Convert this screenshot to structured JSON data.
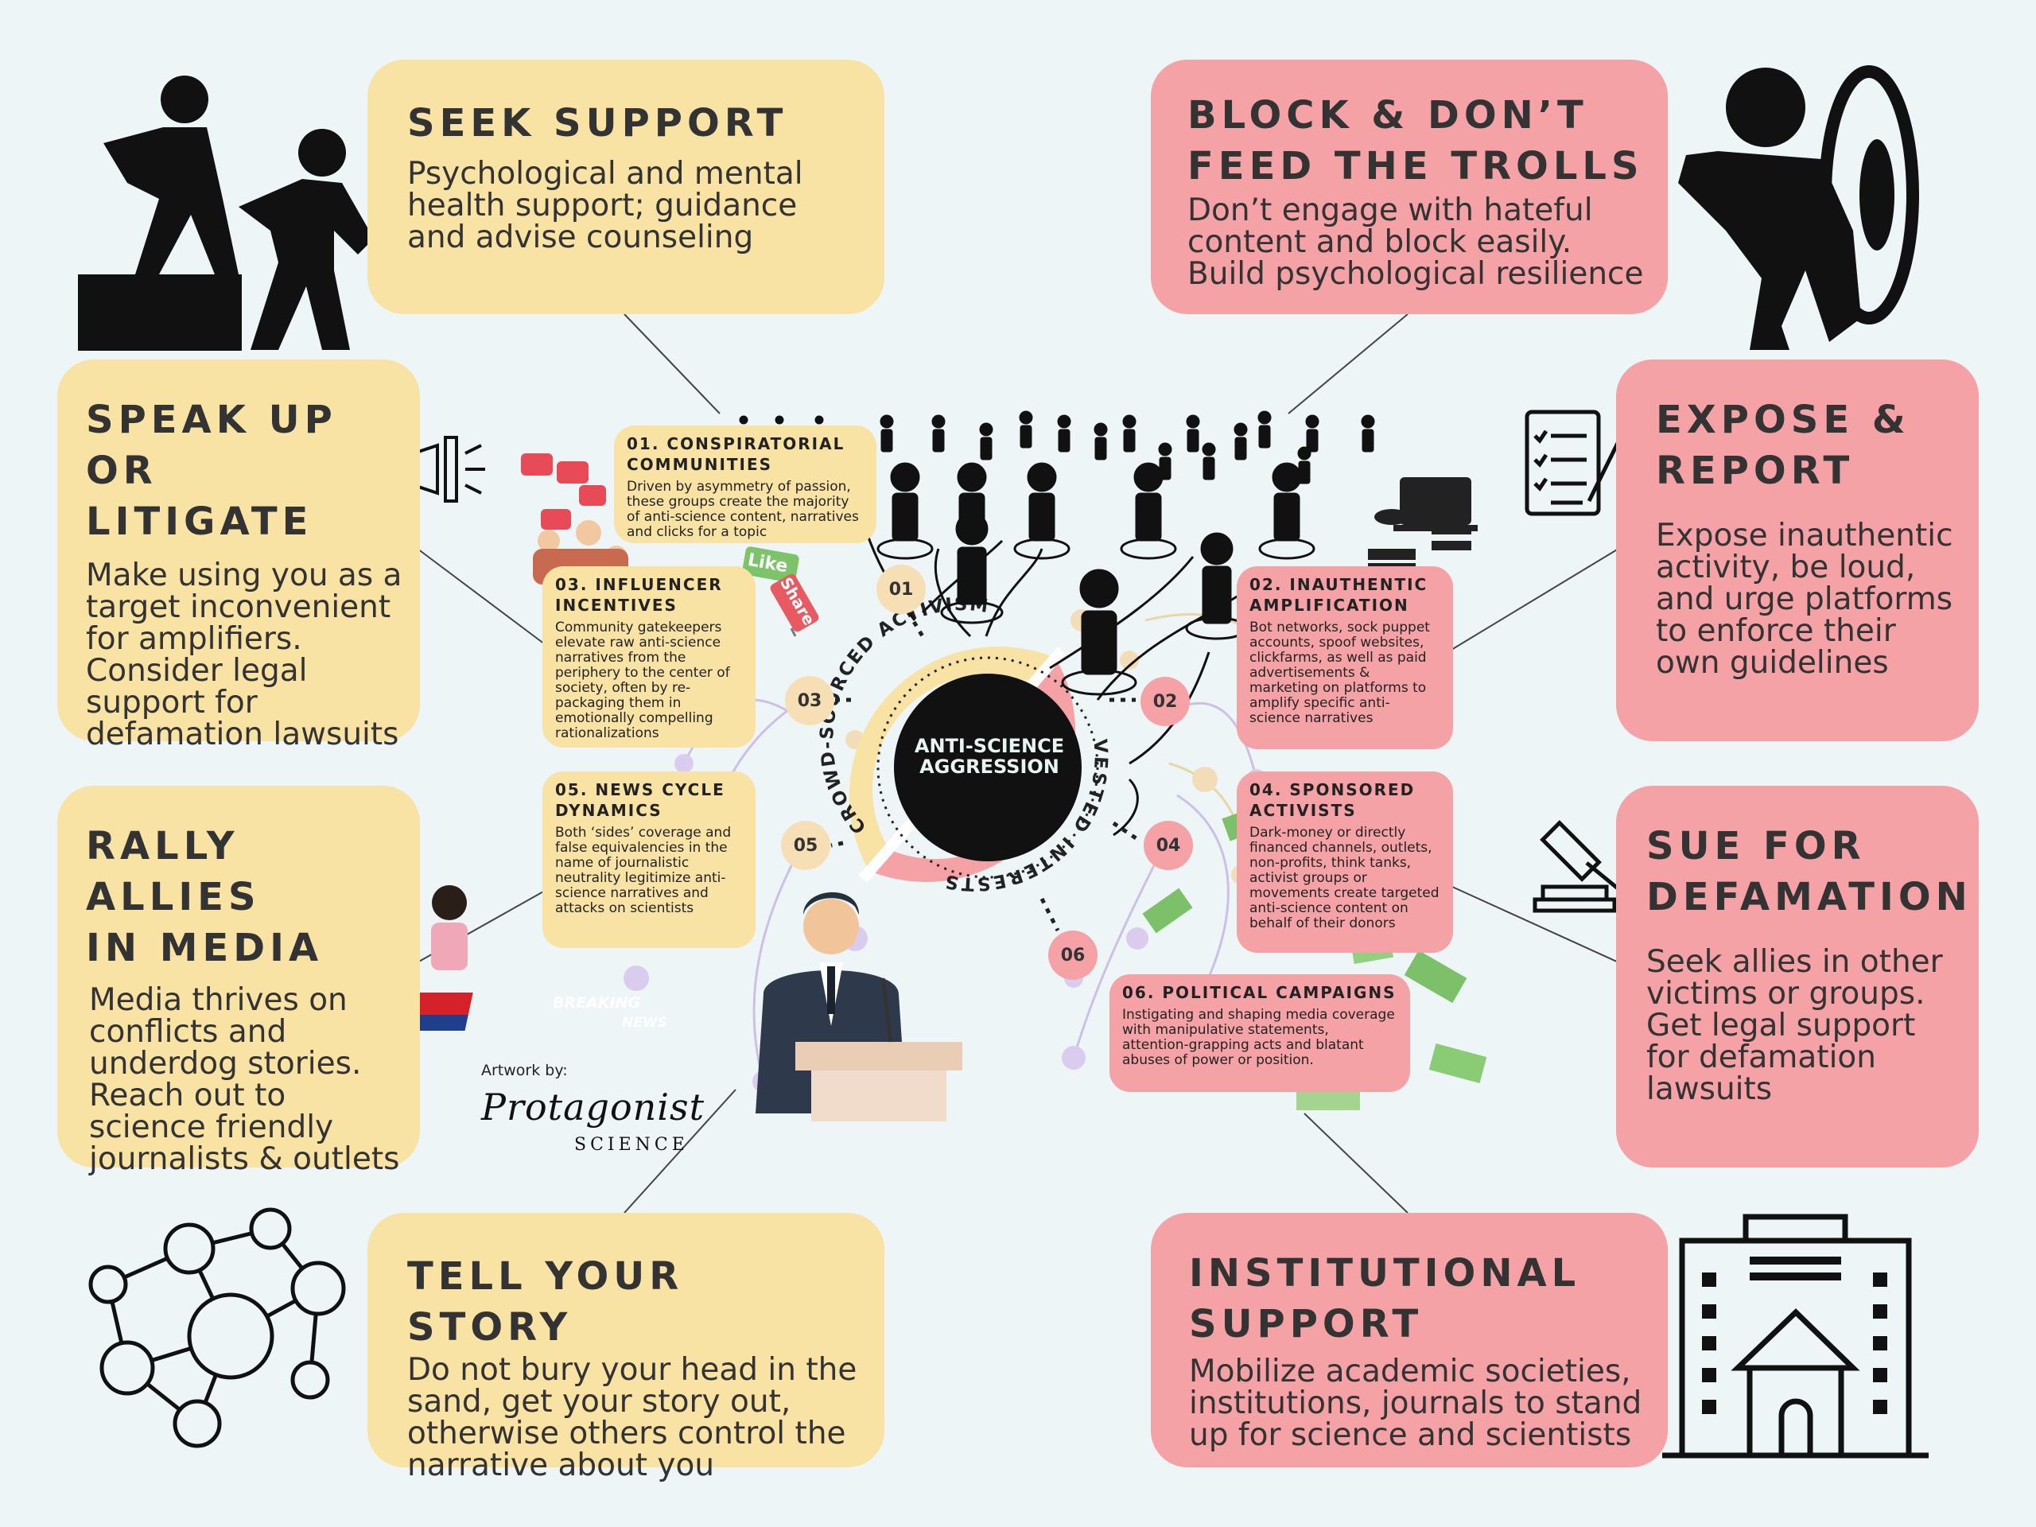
{
  "strategies": {
    "seek_support": {
      "title": "SEEK SUPPORT",
      "body": "Psychological and mental health support; guidance and advise counseling"
    },
    "block": {
      "title_1": "BLOCK & DON’T",
      "title_2": "FEED THE TROLLS",
      "body": "Don’t engage with hateful content and block easily. Build psychological resilience"
    },
    "speak_up": {
      "title_1": "SPEAK UP OR",
      "title_2": "LITIGATE",
      "body": "Make using you as a target inconvenient for amplifiers. Consider legal support for defamation lawsuits"
    },
    "expose": {
      "title_1": "EXPOSE &",
      "title_2": "REPORT",
      "body": "Expose inauthentic activity, be loud, and urge platforms to enforce their own guidelines"
    },
    "rally": {
      "title_1": "RALLY ALLIES",
      "title_2": "IN MEDIA",
      "body": "Media thrives on conflicts and underdog stories. Reach out to science friendly journalists & outlets"
    },
    "sue": {
      "title_1": "SUE FOR",
      "title_2": "DEFAMATION",
      "body": "Seek allies in other victims or groups. Get legal support for defamation lawsuits"
    },
    "tell_story": {
      "title": "TELL YOUR STORY",
      "body": "Do not bury your head in the sand, get your story out, otherwise others control the narrative about you"
    },
    "institutional": {
      "title_1": "INSTITUTIONAL",
      "title_2": "SUPPORT",
      "body": "Mobilize academic societies, institutions, journals to stand up for science and scientists"
    }
  },
  "drivers": {
    "d01": {
      "title": "01. CONSPIRATORIAL COMMUNITIES",
      "body": "Driven by asymmetry of passion, these groups create the majority of anti-science content, narratives and clicks for a topic"
    },
    "d02": {
      "title": "02. INAUTHENTIC AMPLIFICATION",
      "body": "Bot networks, sock puppet accounts, spoof websites, clickfarms, as well as paid advertisements & marketing on platforms to amplify specific anti-science narratives"
    },
    "d03": {
      "title": "03. INFLUENCER INCENTIVES",
      "body": "Community gatekeepers elevate raw anti-science narratives from the periphery to the center of society, often by re-packaging them in emotionally compelling rationalizations"
    },
    "d04": {
      "title": "04. SPONSORED ACTIVISTS",
      "body": "Dark-money or directly financed channels, outlets, non-profits, think tanks, activist groups or movements create targeted anti-science content on behalf of their donors"
    },
    "d05": {
      "title": "05. NEWS CYCLE DYNAMICS",
      "body": "Both ‘sides’ coverage and false equivalencies in the name of journalistic neutrality legitimize anti-science narratives and attacks on scientists"
    },
    "d06": {
      "title": "06. POLITICAL CAMPAIGNS",
      "body": "Instigating and shaping media coverage with manipulative statements, attention-grapping acts and blatant abuses of power or position."
    }
  },
  "numbers": {
    "n01": "01",
    "n02": "02",
    "n03": "03",
    "n04": "04",
    "n05": "05",
    "n06": "06"
  },
  "center": {
    "core": "ANTI-SCIENCE AGGRESSION",
    "ring_top": "CROWD-SOURCED ACTIVISM",
    "ring_bottom": "VESTED INTERESTS"
  },
  "stickers": {
    "like": "Like",
    "share": "Share",
    "breaking": "BREAKING",
    "news": "NEWS"
  },
  "credit": {
    "label": "Artwork by:",
    "brand": "Protagonist",
    "brand_sub": "SCIENCE"
  },
  "colors": {
    "yellow": "#f8e2a4",
    "pink": "#f4a2a6",
    "background": "#eef5f7",
    "core": "#111111"
  }
}
